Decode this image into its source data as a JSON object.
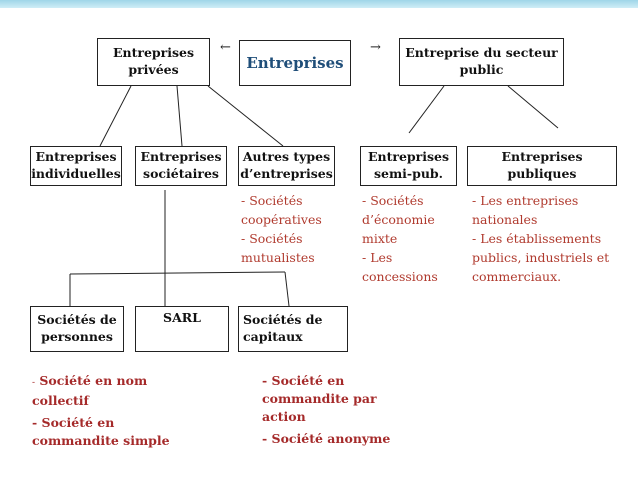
{
  "root": "Entreprises",
  "top": {
    "private": "Entreprises\nprivées",
    "public": "Entreprise du secteur\npublic",
    "arrow_left": "←",
    "arrow_right": "→"
  },
  "level2": {
    "individuelles": "Entreprises\nindividuelles",
    "societaires": "Entreprises\nsociétaires",
    "autres": "Autres types\nd’entreprises",
    "semi_pub": "Entreprises\nsemi-pub.",
    "publiques": "Entreprises publiques"
  },
  "lists": {
    "autres": [
      "- Sociétés",
      "coopératives",
      "- Sociétés",
      "mutualistes"
    ],
    "semi_pub": [
      "- Sociétés",
      "d’économie",
      "mixte",
      "- Les",
      "concessions"
    ],
    "publiques": [
      "- Les entreprises",
      "nationales",
      "- Les établissements",
      "publics, industriels et",
      "commerciaux."
    ]
  },
  "level3": {
    "personnes": "Sociétés de\npersonnes",
    "sarl": "SARL",
    "capitaux": "Sociétés de\ncapitaux"
  },
  "bottom_left": {
    "dash": "-",
    "item1": "Société en nom\ncollectif",
    "item2": "- Société en\ncommandite simple"
  },
  "bottom_right": {
    "item1": "- Société en\ncommandite par action",
    "item2": "- Société anonyme"
  },
  "colors": {
    "root_text": "#1f4e79",
    "list_text": "#b03a2e",
    "bottom_text": "#a52a2a",
    "accent_bar": "#9fd6e8"
  }
}
